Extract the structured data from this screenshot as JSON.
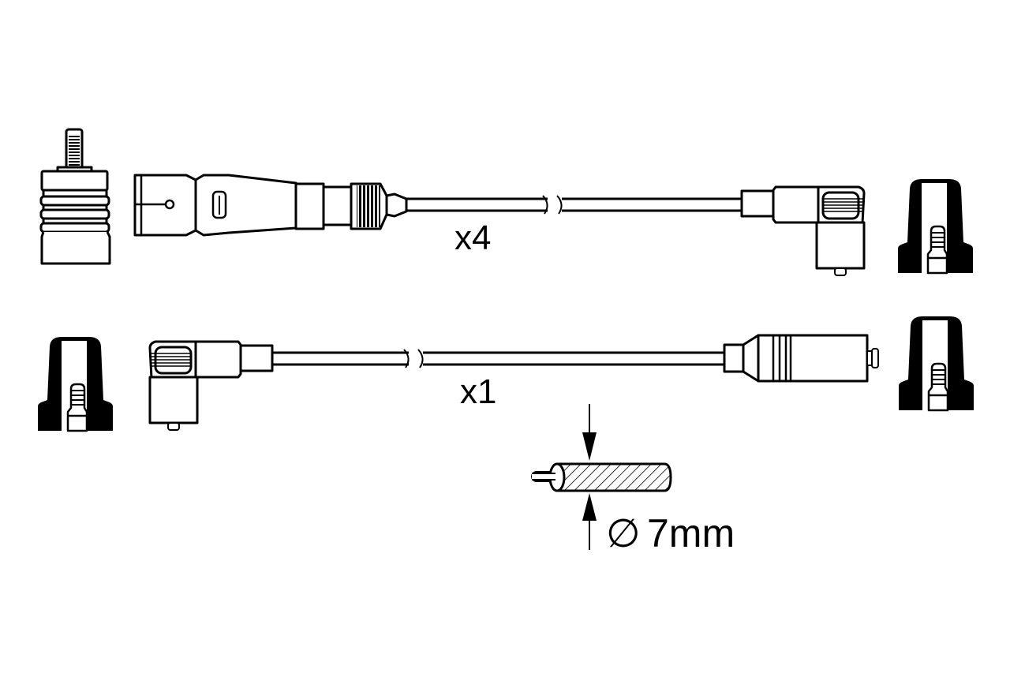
{
  "labels": {
    "top_quantity": "x4",
    "bottom_quantity": "x1",
    "diameter_symbol": "∅",
    "diameter_value": "7mm"
  },
  "colors": {
    "line": "#000000",
    "background": "#ffffff"
  }
}
